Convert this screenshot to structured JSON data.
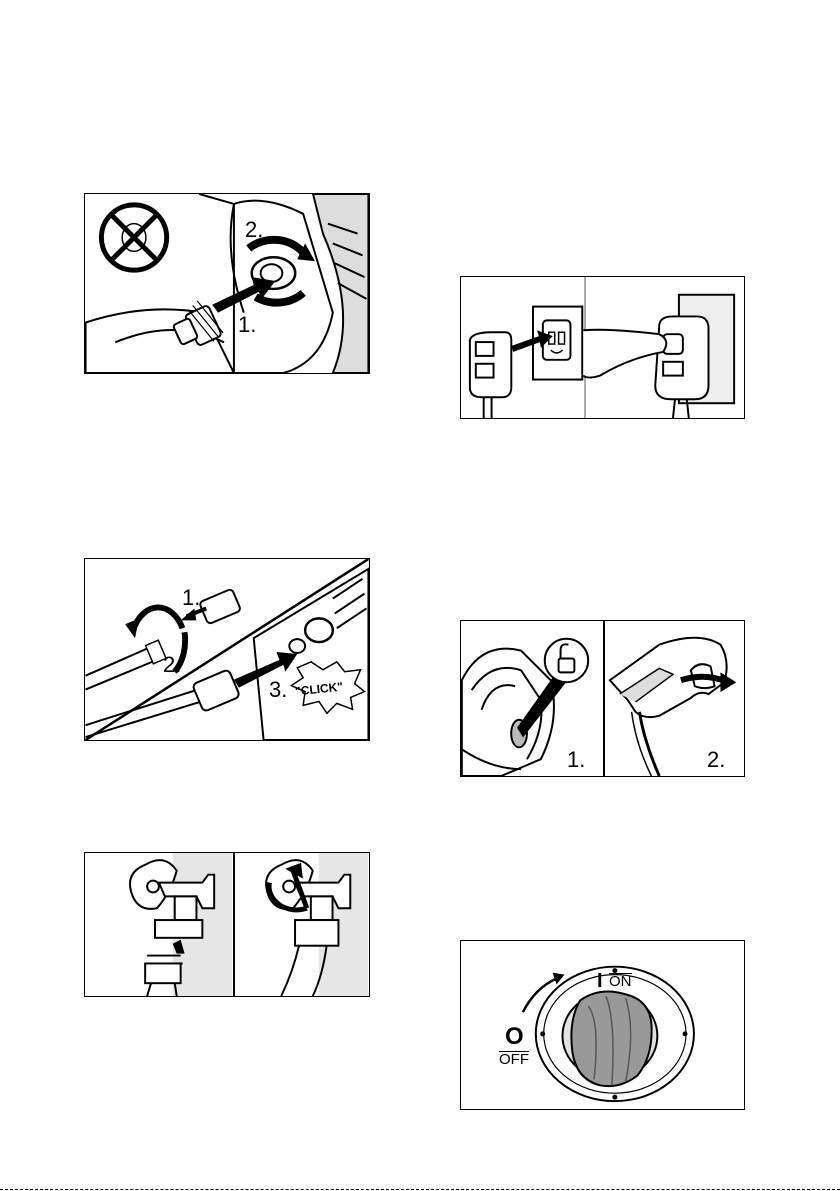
{
  "figures": {
    "tap_connector": {
      "step_1": "1.",
      "step_2": "2."
    },
    "hose_connect": {
      "step_1": "1.",
      "step_2": "2.",
      "step_3": "3.",
      "click_text": "\"CLICK\""
    },
    "valve": {},
    "power_plug": {},
    "gun_trigger": {
      "step_1": "1.",
      "step_2": "2."
    },
    "power_switch": {
      "on_symbol": "I",
      "on_label": "ON",
      "off_symbol": "O",
      "off_label": "OFF"
    }
  }
}
